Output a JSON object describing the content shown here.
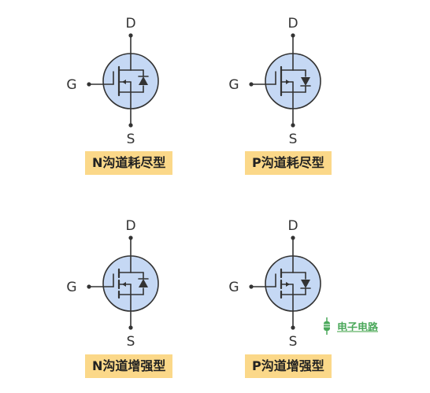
{
  "colors": {
    "circle_fill": "#c5d8f4",
    "stroke": "#333333",
    "caption_bg": "#fbd889",
    "watermark": "#4aa85a"
  },
  "labels": {
    "drain": "D",
    "gate": "G",
    "source": "S"
  },
  "captions": {
    "n_depletion": "N沟道耗尽型",
    "p_depletion": "P沟道耗尽型",
    "n_enhancement": "N沟道增强型",
    "p_enhancement": "P沟道增强型"
  },
  "watermark": {
    "text": "电子电路",
    "icon": "resistor-icon"
  },
  "symbols": [
    {
      "id": "n-depletion",
      "channel": "N",
      "mode": "depletion",
      "diode": "up",
      "caption_key": "n_depletion"
    },
    {
      "id": "p-depletion",
      "channel": "P",
      "mode": "depletion",
      "diode": "down",
      "caption_key": "p_depletion"
    },
    {
      "id": "n-enhancement",
      "channel": "N",
      "mode": "enhancement",
      "diode": "up",
      "caption_key": "n_enhancement"
    },
    {
      "id": "p-enhancement",
      "channel": "P",
      "mode": "enhancement",
      "diode": "down",
      "caption_key": "p_enhancement"
    }
  ]
}
